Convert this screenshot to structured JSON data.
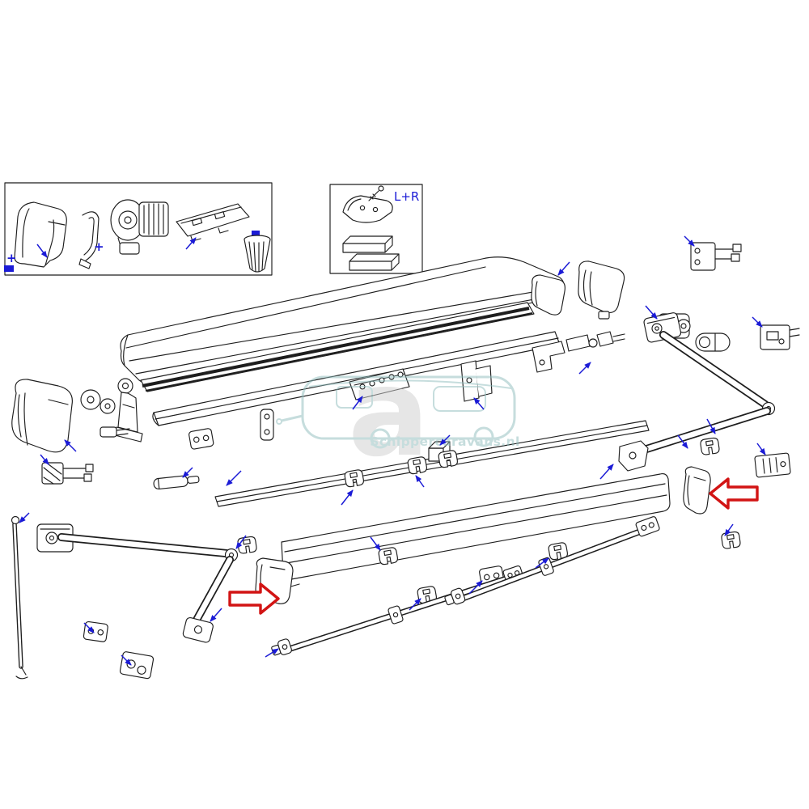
{
  "labels": {
    "left_right": "L+R",
    "plus_1": "+",
    "plus_2": "+"
  },
  "watermark": {
    "brand": "Schippercaravans.nl",
    "letter": "a"
  },
  "colors": {
    "ink": "#1e1e1e",
    "blue": "#1b1bd6",
    "red": "#d21414",
    "teal": "#8fbdbd",
    "grey": "#cfcfcf",
    "paper": "#ffffff"
  }
}
